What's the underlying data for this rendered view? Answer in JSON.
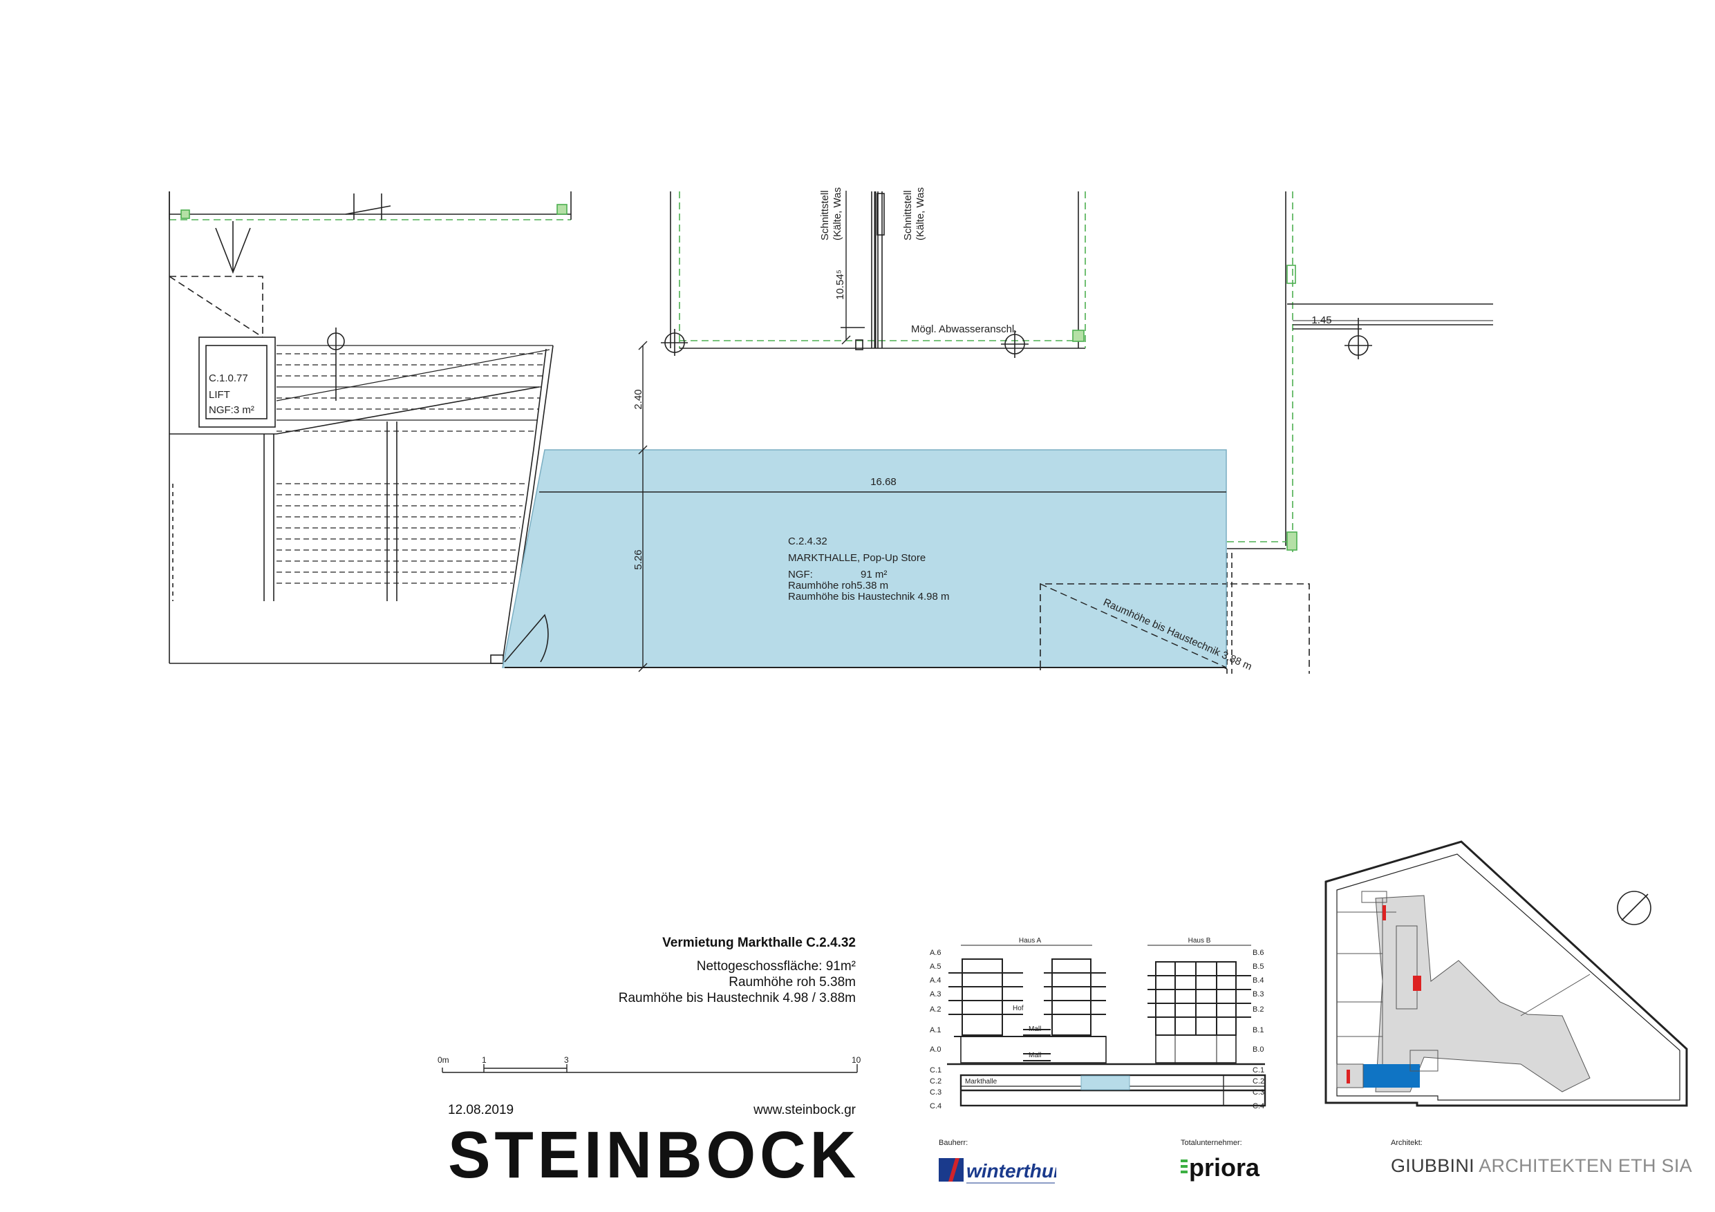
{
  "plan": {
    "room_id": "C.2.4.32",
    "room_name": "MARKTHALLE, Pop-Up Store",
    "ngf_label": "NGF:",
    "ngf_value": "91 m²",
    "height_raw": "Raumhöhe roh5.38 m",
    "height_tech": "Raumhöhe bis Haustechnik 4.98 m",
    "diagonal_note": "Raumhöhe bis Haustechnik 3.88 m",
    "dim_width": "16.68",
    "dim_depth": "5.26",
    "dim_setback": "2.40",
    "dim_left": "10.54⁵",
    "dim_right": "1.45",
    "interface_1a": "Schnittstell",
    "interface_1b": "(Kälte, Was",
    "interface_2a": "Schnittstell",
    "interface_2b": "(Kälte, Was",
    "drain_note": "Mögl. Abwasseranschl.",
    "lift_id": "C.1.0.77",
    "lift_name": "LIFT",
    "lift_ngf": "NGF:3 m²",
    "colors": {
      "highlight": "#b7dbe8",
      "dashed_green": "#4caf50",
      "line": "#222222"
    }
  },
  "header": {
    "title": "Vermietung Markthalle C.2.4.32",
    "line1": "Nettogeschossfläche: 91m²",
    "line2": "Raumhöhe roh 5.38m",
    "line3": "Raumhöhe bis Haustechnik 4.98 / 3.88m"
  },
  "scale": {
    "t0": "0m",
    "t1": "1",
    "t3": "3",
    "t10": "10"
  },
  "footer": {
    "date": "12.08.2019",
    "website": "www.steinbock.gr",
    "brand": "STEINBOCK",
    "bauherr_label": "Bauherr:",
    "bauherr": "winterthur",
    "tu_label": "Totalunternehmer:",
    "tu": "priora",
    "architekt_label": "Architekt:",
    "architekt_1": "GIUBBINI",
    "architekt_2": " ARCHITEKTEN ETH SIA"
  },
  "section": {
    "haus_a": "Haus A",
    "haus_b": "Haus B",
    "hof": "Hof",
    "mall": "Mall",
    "mall2": "Mall",
    "markthalle": "Markthalle",
    "left_levels": [
      "A.6",
      "A.5",
      "A.4",
      "A.3",
      "A.2",
      "A.1",
      "A.0",
      "C.1",
      "C.2",
      "C.3",
      "C.4"
    ],
    "right_levels": [
      "B.6",
      "B.5",
      "B.4",
      "B.3",
      "B.2",
      "B.1",
      "B.0",
      "C.1",
      "C.2",
      "C.3",
      "C.4"
    ]
  }
}
